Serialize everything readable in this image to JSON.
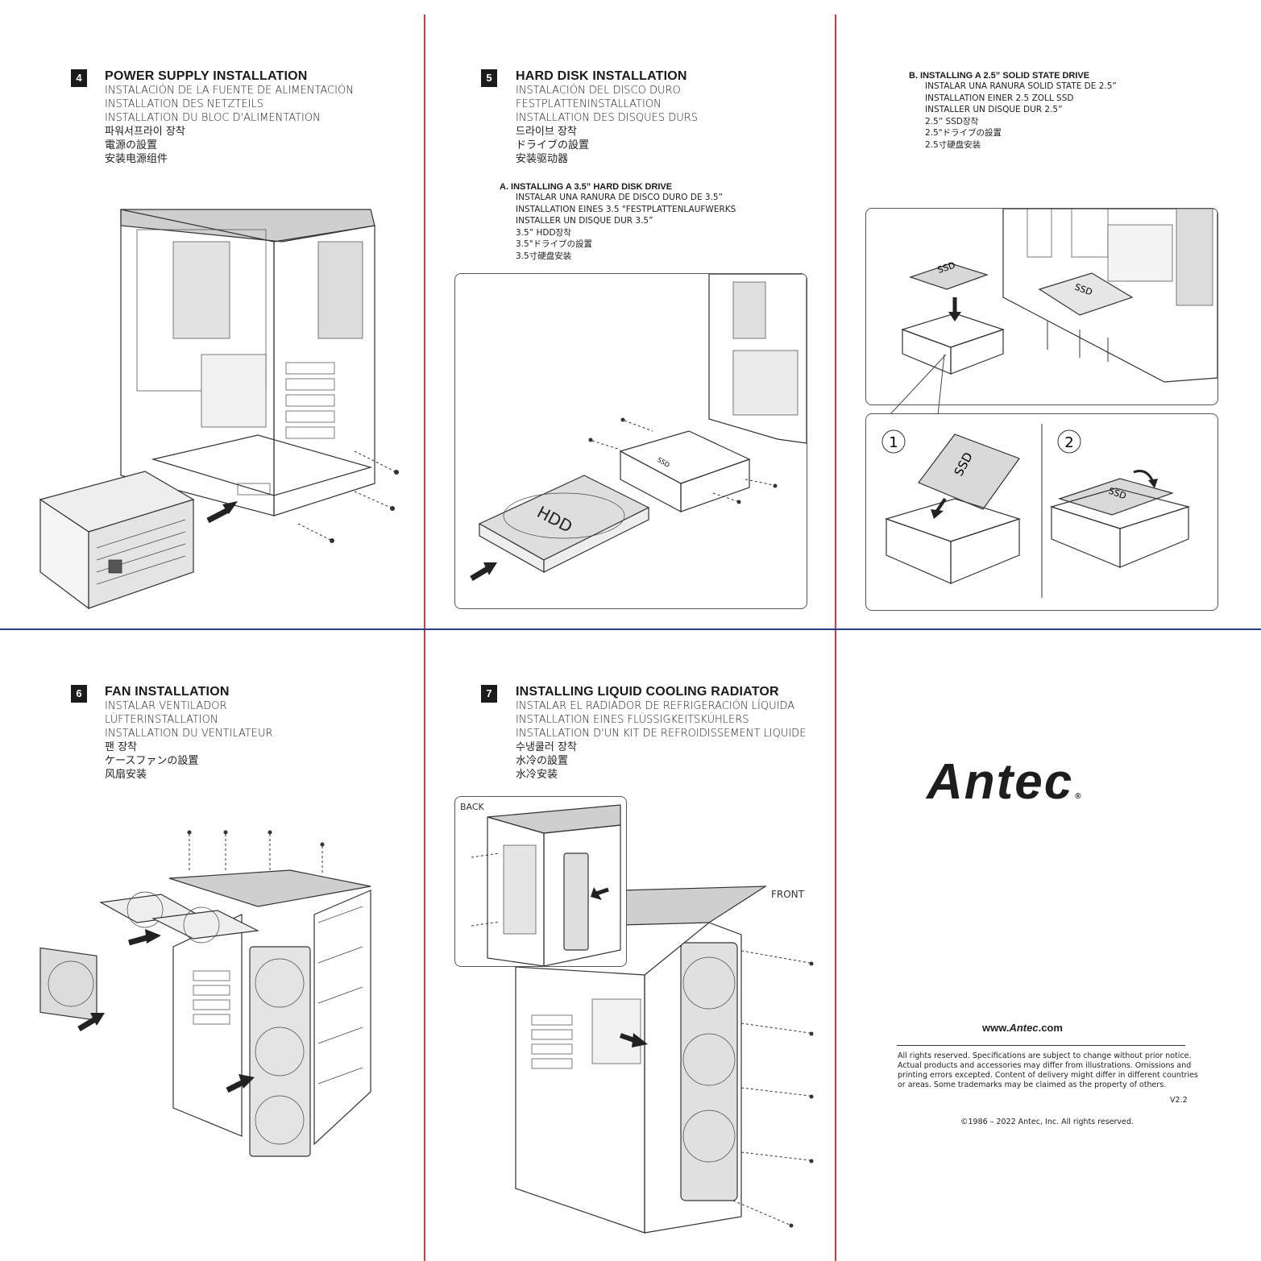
{
  "sections": {
    "s4": {
      "number": "4",
      "title": "POWER SUPPLY INSTALLATION",
      "translations": [
        "INSTALACIÓN DE LA FUENTE DE ALIMENTACIÓN",
        "INSTALLATION DES NETZTEILS",
        "INSTALLATION DU BLOC D'ALIMENTATION",
        "파워서프라이 장착",
        "電源の設置",
        "安装电源组件"
      ]
    },
    "s5": {
      "number": "5",
      "title": "HARD DISK INSTALLATION",
      "translations": [
        "INSTALACIÓN DEL DISCO DURO",
        "FESTPLATTENINSTALLATION",
        "INSTALLATION DES DISQUES DURS",
        "드라이브 장착",
        "ドライブの設置",
        "安装驱动器"
      ],
      "sub_a": {
        "title": "A.  INSTALLING A 3.5”  HARD DISK DRIVE",
        "translations": [
          "INSTALAR UNA RANURA DE DISCO DURO DE 3.5”",
          "INSTALLATION EINES 3.5 \"FESTPLATTENLAUFWERKS",
          "INSTALLER UN DISQUE DUR 3.5”",
          "3.5” HDD장착",
          "3.5\"ドライブの設置",
          "3.5寸硬盘安装"
        ],
        "hdd_label": "HDD",
        "ssd_label": "SSD"
      },
      "sub_b": {
        "title": "B.  INSTALLING A 2.5”  SOLID STATE DRIVE",
        "translations": [
          "INSTALAR UNA RANURA SOLID STATE DE 2.5”",
          "INSTALLATION EINER 2.5 ZOLL SSD",
          "INSTALLER UN DISQUE DUR 2.5”",
          "2.5” SSD장착",
          "2.5\"ドライブの設置",
          "2.5寸硬盘安装"
        ],
        "ssd_label": "SSD",
        "step1": "1",
        "step2": "2"
      }
    },
    "s6": {
      "number": "6",
      "title": "FAN INSTALLATION",
      "translations": [
        "INSTALAR VENTILADOR",
        "LÜFTERINSTALLATION",
        "INSTALLATION DU VENTILATEUR",
        "팬 장착",
        "ケースファンの設置",
        "风扇安装"
      ]
    },
    "s7": {
      "number": "7",
      "title": "INSTALLING LIQUID COOLING RADIATOR",
      "translations": [
        "INSTALAR EL RADIADOR DE REFRIGERACIÓN LÍQUIDA",
        "INSTALLATION EINES FLÜSSIGKEITSKÜHLERS",
        "INSTALLATION D'UN KIT DE REFROIDISSEMENT LIQUIDE",
        "수냉쿨러 장착",
        "水冷の設置",
        "水冷安装"
      ],
      "back_label": "BACK",
      "front_label": "FRONT"
    }
  },
  "brand": {
    "logo": "Antec",
    "registered": "®",
    "url_prefix": "www.",
    "url_brand": "Antec",
    "url_suffix": ".com",
    "legal": [
      "All rights reserved. Specifications are subject to change without prior notice.",
      "Actual products and accessories may differ from illustrations. Omissions and",
      "printing errors excepted. Content of delivery might differ in different countries",
      "or areas. Some trademarks may be claimed as the property of others."
    ],
    "version": "V2.2",
    "copyright": "©1986 – 2022 Antec, Inc. All rights reserved."
  },
  "colors": {
    "vertical_rule": "#d8393b",
    "horizontal_rule": "#2f3f86",
    "badge": "#1b1b1b"
  }
}
